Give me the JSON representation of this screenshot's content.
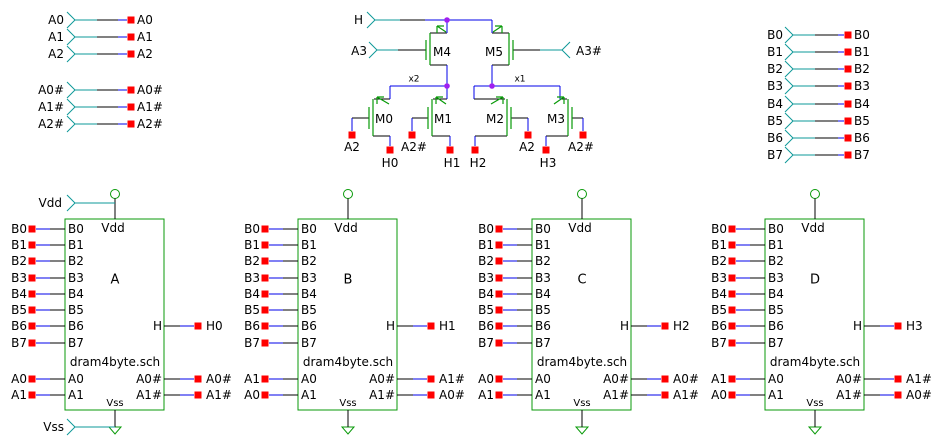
{
  "top_left_inputs": {
    "rows": [
      {
        "pin": "A0",
        "net": "A0"
      },
      {
        "pin": "A1",
        "net": "A1"
      },
      {
        "pin": "A2",
        "net": "A2"
      },
      {
        "pin": "A0#",
        "net": "A0#"
      },
      {
        "pin": "A1#",
        "net": "A1#"
      },
      {
        "pin": "A2#",
        "net": "A2#"
      }
    ]
  },
  "top_right_inputs": {
    "rows": [
      {
        "pin": "B0",
        "net": "B0"
      },
      {
        "pin": "B1",
        "net": "B1"
      },
      {
        "pin": "B2",
        "net": "B2"
      },
      {
        "pin": "B3",
        "net": "B3"
      },
      {
        "pin": "B4",
        "net": "B4"
      },
      {
        "pin": "B5",
        "net": "B5"
      },
      {
        "pin": "B6",
        "net": "B6"
      },
      {
        "pin": "B7",
        "net": "B7"
      }
    ]
  },
  "decoder": {
    "h_input": "H",
    "a3_input": "A3",
    "a3n_input": "A3#",
    "m0": "M0",
    "m1": "M1",
    "m2": "M2",
    "m3": "M3",
    "m4": "M4",
    "m5": "M5",
    "x2": "x2",
    "x1": "x1",
    "gates": [
      "A2",
      "A2#",
      "A2",
      "A2#"
    ],
    "outputs": [
      "H0",
      "H1",
      "H2",
      "H3"
    ]
  },
  "power": {
    "vdd": "Vdd",
    "vss": "Vss"
  },
  "blocks": [
    {
      "name": "A",
      "sch": "dram4byte.sch",
      "vdd_pin": "Vdd",
      "vss_pin": "Vss",
      "h_pin": "H",
      "h_net": "H0",
      "data_pins": [
        "B0",
        "B1",
        "B2",
        "B3",
        "B4",
        "B5",
        "B6",
        "B7"
      ],
      "data_nets": [
        "B0",
        "B1",
        "B2",
        "B3",
        "B4",
        "B5",
        "B6",
        "B7"
      ],
      "addr_pins": [
        "A0",
        "A1"
      ],
      "addr_nets": [
        "A0",
        "A1"
      ],
      "addrn_pins": [
        "A0#",
        "A1#"
      ],
      "addrn_nets": [
        "A0#",
        "A1#"
      ]
    },
    {
      "name": "B",
      "sch": "dram4byte.sch",
      "vdd_pin": "Vdd",
      "vss_pin": "Vss",
      "h_pin": "H",
      "h_net": "H1",
      "data_pins": [
        "B0",
        "B1",
        "B2",
        "B3",
        "B4",
        "B5",
        "B6",
        "B7"
      ],
      "data_nets": [
        "B0",
        "B1",
        "B2",
        "B3",
        "B4",
        "B5",
        "B6",
        "B7"
      ],
      "addr_pins": [
        "A0",
        "A1"
      ],
      "addr_nets": [
        "A1",
        "A0"
      ],
      "addrn_pins": [
        "A0#",
        "A1#"
      ],
      "addrn_nets": [
        "A1#",
        "A0#"
      ]
    },
    {
      "name": "C",
      "sch": "dram4byte.sch",
      "vdd_pin": "Vdd",
      "vss_pin": "Vss",
      "h_pin": "H",
      "h_net": "H2",
      "data_pins": [
        "B0",
        "B1",
        "B2",
        "B3",
        "B4",
        "B5",
        "B6",
        "B7"
      ],
      "data_nets": [
        "B0",
        "B1",
        "B2",
        "B3",
        "B4",
        "B5",
        "B6",
        "B7"
      ],
      "addr_pins": [
        "A0",
        "A1"
      ],
      "addr_nets": [
        "A0",
        "A1"
      ],
      "addrn_pins": [
        "A0#",
        "A1#"
      ],
      "addrn_nets": [
        "A0#",
        "A1#"
      ]
    },
    {
      "name": "D",
      "sch": "dram4byte.sch",
      "vdd_pin": "Vdd",
      "vss_pin": "Vss",
      "h_pin": "H",
      "h_net": "H3",
      "data_pins": [
        "B0",
        "B1",
        "B2",
        "B3",
        "B4",
        "B5",
        "B6",
        "B7"
      ],
      "data_nets": [
        "B0",
        "B1",
        "B2",
        "B3",
        "B4",
        "B5",
        "B6",
        "B7"
      ],
      "addr_pins": [
        "A0",
        "A1"
      ],
      "addr_nets": [
        "A1",
        "A0"
      ],
      "addrn_pins": [
        "A0#",
        "A1#"
      ],
      "addrn_nets": [
        "A1#",
        "A0#"
      ]
    }
  ],
  "colors": {
    "wire": "#0000e8",
    "pin_symbol": "#0d9898",
    "component": "#089a08",
    "net_label": "#ff0000",
    "junction": "#a020f0",
    "text": "#000000",
    "background": "#ffffff"
  }
}
